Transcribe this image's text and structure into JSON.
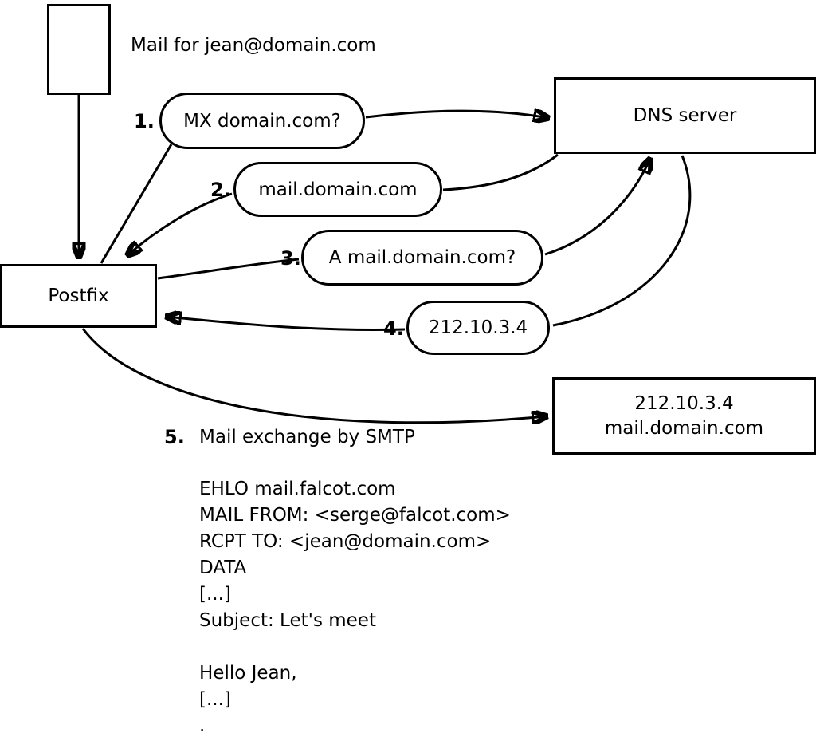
{
  "note": "Mail for jean@domain.com",
  "nodes": {
    "postfix": "Postfix",
    "dns": "DNS server",
    "mailserver": [
      "212.10.3.4",
      "mail.domain.com"
    ]
  },
  "steps": [
    {
      "num": "1.",
      "label": "MX domain.com?"
    },
    {
      "num": "2.",
      "label": "mail.domain.com"
    },
    {
      "num": "3.",
      "label": "A mail.domain.com?"
    },
    {
      "num": "4.",
      "label": "212.10.3.4"
    },
    {
      "num": "5.",
      "label": "Mail exchange by SMTP"
    }
  ],
  "smtp": [
    "EHLO mail.falcot.com",
    "MAIL FROM: <serge@falcot.com>",
    "RCPT TO: <jean@domain.com>",
    "DATA",
    "[...]",
    "Subject: Let's meet",
    "",
    "Hello Jean,",
    "[...]",
    "."
  ],
  "colors": {
    "stroke": "#000000",
    "background": "#ffffff"
  }
}
